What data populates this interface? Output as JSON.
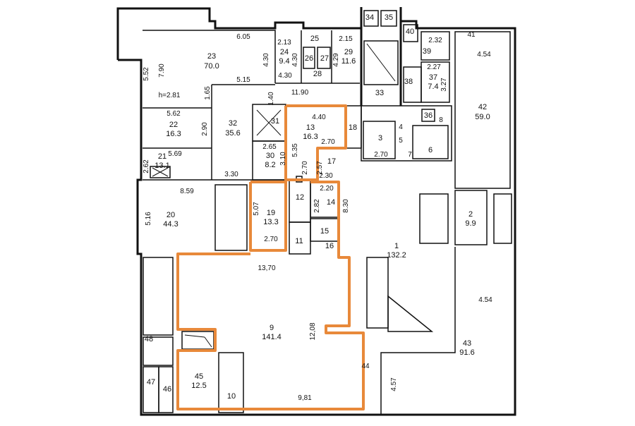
{
  "plan": {
    "height_note": "h=2.81",
    "accent_color": "#e8893a",
    "rooms": {
      "r1": {
        "num": "1",
        "area": "132.2"
      },
      "r2": {
        "num": "2",
        "area": "9.9"
      },
      "r3": {
        "num": "3"
      },
      "r4": {
        "num": "4"
      },
      "r5": {
        "num": "5"
      },
      "r6": {
        "num": "6"
      },
      "r7": {
        "num": "7"
      },
      "r8": {
        "num": "8"
      },
      "r9": {
        "num": "9",
        "area": "141.4"
      },
      "r10": {
        "num": "10"
      },
      "r11": {
        "num": "11"
      },
      "r12": {
        "num": "12"
      },
      "r13": {
        "num": "13",
        "area": "16.3"
      },
      "r14": {
        "num": "14"
      },
      "r15": {
        "num": "15"
      },
      "r16": {
        "num": "16"
      },
      "r17": {
        "num": "17"
      },
      "r18": {
        "num": "18"
      },
      "r19": {
        "num": "19",
        "area": "13.3"
      },
      "r20": {
        "num": "20",
        "area": "44.3"
      },
      "r21": {
        "num": "21",
        "area": "13.1"
      },
      "r22": {
        "num": "22",
        "area": "16.3"
      },
      "r23": {
        "num": "23",
        "area": "70.0"
      },
      "r24": {
        "num": "24",
        "area": "9.4"
      },
      "r25": {
        "num": "25"
      },
      "r26": {
        "num": "26"
      },
      "r27": {
        "num": "27"
      },
      "r28": {
        "num": "28"
      },
      "r29": {
        "num": "29",
        "area": "11.6"
      },
      "r30": {
        "num": "30",
        "area": "8.2"
      },
      "r31": {
        "num": "31"
      },
      "r32": {
        "num": "32",
        "area": "35.6"
      },
      "r33": {
        "num": "33"
      },
      "r34": {
        "num": "34"
      },
      "r35": {
        "num": "35"
      },
      "r36": {
        "num": "36"
      },
      "r37": {
        "num": "37",
        "area": "7.4"
      },
      "r38": {
        "num": "38"
      },
      "r39": {
        "num": "39"
      },
      "r40": {
        "num": "40"
      },
      "r41": {
        "num": "41"
      },
      "r42": {
        "num": "42",
        "area": "59.0"
      },
      "r43": {
        "num": "43",
        "area": "91.6"
      },
      "r44": {
        "num": "44"
      },
      "r45": {
        "num": "45",
        "area": "12.5"
      },
      "r46": {
        "num": "46"
      },
      "r47": {
        "num": "47"
      },
      "r48": {
        "num": "48"
      }
    },
    "dimensions": {
      "d605": "6.05",
      "d552": "5.52",
      "d790": "7.90",
      "d430a": "4.30",
      "d515": "5.15",
      "d165": "1.65",
      "d213": "2.13",
      "d430b": "4.30",
      "d430c": "4.30",
      "d215": "2.15",
      "d429": "4.29",
      "d1190": "11.90",
      "d140": "1.40",
      "d562": "5.62",
      "d290": "2.90",
      "d569": "5.69",
      "d262": "2.62",
      "d330": "3.30",
      "d265": "2.65",
      "d310": "3.10",
      "d535": "5.35",
      "d440": "4.40",
      "d270a": "2.70",
      "d270b": "2.70",
      "d257": "2.57",
      "d230": "2.30",
      "d220": "2.20",
      "d282": "2.82",
      "d830": "8.30",
      "d859": "8.59",
      "d516": "5.16",
      "d507": "5.07",
      "d270c": "2.70",
      "d1370": "13,70",
      "d1208": "12,08",
      "d981": "9,81",
      "d232": "2.32",
      "d227": "2.27",
      "d327": "3.27",
      "d454a": "4.54",
      "d270d": "2.70",
      "d454b": "4.54",
      "d457": "4.57"
    }
  }
}
